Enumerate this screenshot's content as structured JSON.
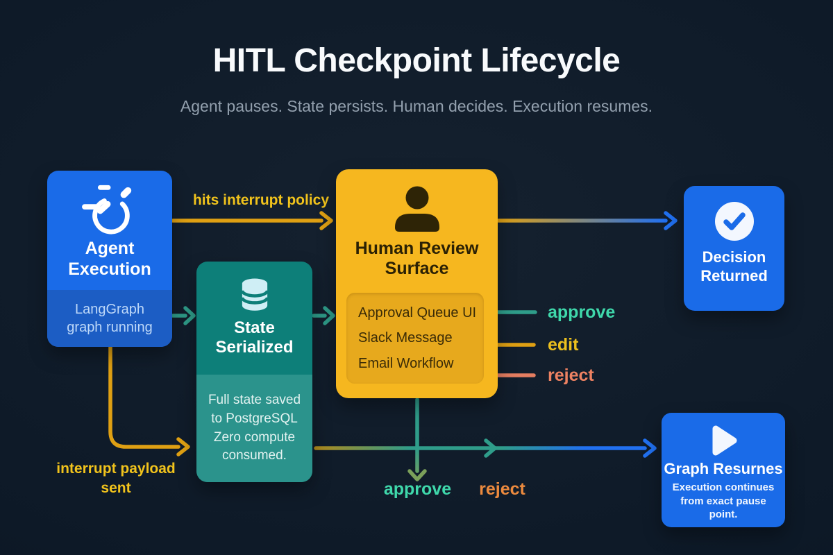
{
  "page": {
    "title": "HITL Checkpoint Lifecycle",
    "subtitle": "Agent pauses. State persists. Human decides. Execution resumes."
  },
  "nodes": {
    "agent_execution": {
      "title": "Agent Execution",
      "subtitle": "LangGraph graph running",
      "icon": "stopwatch-icon"
    },
    "state_serialized": {
      "title": "State Serialized",
      "subtitle": "Full state saved to PostgreSQL Zero compute consumed.",
      "icon": "database-icon"
    },
    "human_review_surface": {
      "title": "Human Review Surface",
      "icon": "person-icon",
      "channels": [
        "Approval Queue UI",
        "Slack Message",
        "Email Workflow"
      ]
    },
    "decision_returned": {
      "title": "Decision Returned",
      "icon": "check-circle-icon"
    },
    "graph_resumes": {
      "title": "Graph Resurnes",
      "subtitle": "Execution continues from exact pause point.",
      "icon": "play-icon"
    }
  },
  "edge_labels": {
    "hits_interrupt_policy": "hits interrupt policy",
    "interrupt_payload_sent": "interrupt payload sent",
    "approve_side": "approve",
    "edit_side": "edit",
    "reject_side": "reject",
    "approve_bottom": "approve",
    "reject_bottom": "reject"
  },
  "colors": {
    "bg": "#0d1927",
    "bg-center": "#15212f",
    "title-color": "#f8fafc",
    "subtitle-color": "#93a0ae",
    "box-blue": "#1a6be8",
    "box-blue-footer": "#1c5dc4",
    "box-blue-footer-text": "#bdd8f9",
    "box-teal": "#0d7f79",
    "box-teal-footer": "#2b938c",
    "box-teal-footer-text": "#e3f3f1",
    "box-amber": "#f6b71f",
    "amber-panel": "#e7a91d",
    "amber-text": "#2b2104",
    "amber-item-text": "#3a2b07",
    "icon-light": "#cfeef5",
    "person-icon-color": "#2e2406",
    "arrow-amber": "#dfa013",
    "arrow-olive": "#b08a1c",
    "arrow-teal": "#2f9d8a",
    "arrow-blue": "#2170f0",
    "arrow-green": "#7ba05a",
    "arrow-salmon": "#e57e61",
    "label-amber": "#f1c31c",
    "approve-label": "#3fd8ab",
    "edit-label": "#ecc01e",
    "reject-label": "#ee8262",
    "reject-orange-label": "#ec8a3e"
  }
}
